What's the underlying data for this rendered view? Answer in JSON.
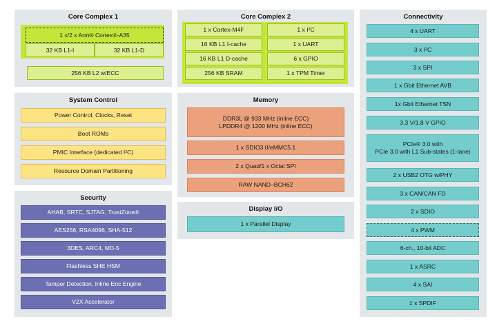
{
  "core1": {
    "title": "Core Complex 1",
    "cpu": "1 x/2 x Arm® Cortex®-A35",
    "l1i": "32 KB L1-I",
    "l1d": "32 KB L1-D",
    "l2": "256 KB L2 w/ECC"
  },
  "core2": {
    "title": "Core Complex 2",
    "left": [
      "1 x  Cortex-M4F",
      "16 KB L1 I-cache",
      "16 KB L1 D-cache",
      "256 KB SRAM"
    ],
    "right": [
      "1 x I²C",
      "1 x UART",
      "6 x GPIO",
      "1 x TPM Timer"
    ]
  },
  "connectivity": {
    "title": "Connectivity",
    "items": [
      "4 x UART",
      "3 x I²C",
      "3 x SPI",
      "1 x Gbit Ethernet AVB",
      "1x Gbit Ethernet TSN",
      "3.3 V/1.8 V GPIO",
      "PCIe® 3.0 with\nPCIe 3.0 with L1 Sub-states (1-lane)",
      "2 x USB2 OTG w/PHY",
      "3 x CAN/CAN FD",
      "2 x SDIO",
      "4 x PWM",
      "6-ch., 10-bit ADC",
      "1 x ASRC",
      "4 x SAI",
      "1 x SPDIF"
    ]
  },
  "system_control": {
    "title": "System Control",
    "items": [
      "Power Control, Clocks, Reset",
      "Boot ROMs",
      "PMIC Interface (dedicated I²C)",
      "Resource Domain Partitioning"
    ]
  },
  "memory": {
    "title": "Memory",
    "items": [
      "DDR3L @ 933 MHz (inline ECC)\nLPDDR4 @ 1200 MHz (inline ECC)",
      "1 x SDIO3.0/eMMC5.1",
      "2 x Quad/1 x Octal SPI",
      "RAW NAND–BCH62"
    ]
  },
  "security": {
    "title": "Security",
    "items": [
      "AHAB, SRTC, SJTAG, TrustZone®",
      "AES256, RSA4096, SHA-512",
      "3DES, ARC4, MD-5",
      "Flashless SHE HSM",
      "Tamper Detection, Inline Enc Engine",
      "V2X Accelerator"
    ]
  },
  "display": {
    "title": "Display I/O",
    "items": [
      "1 x Parallel Display"
    ]
  },
  "colors": {
    "panel": "#e4e7e9",
    "lime": "#c3e63a",
    "yellow": "#fde483",
    "purple": "#6c6fb1",
    "orange": "#eba17b",
    "teal": "#74cccc"
  }
}
